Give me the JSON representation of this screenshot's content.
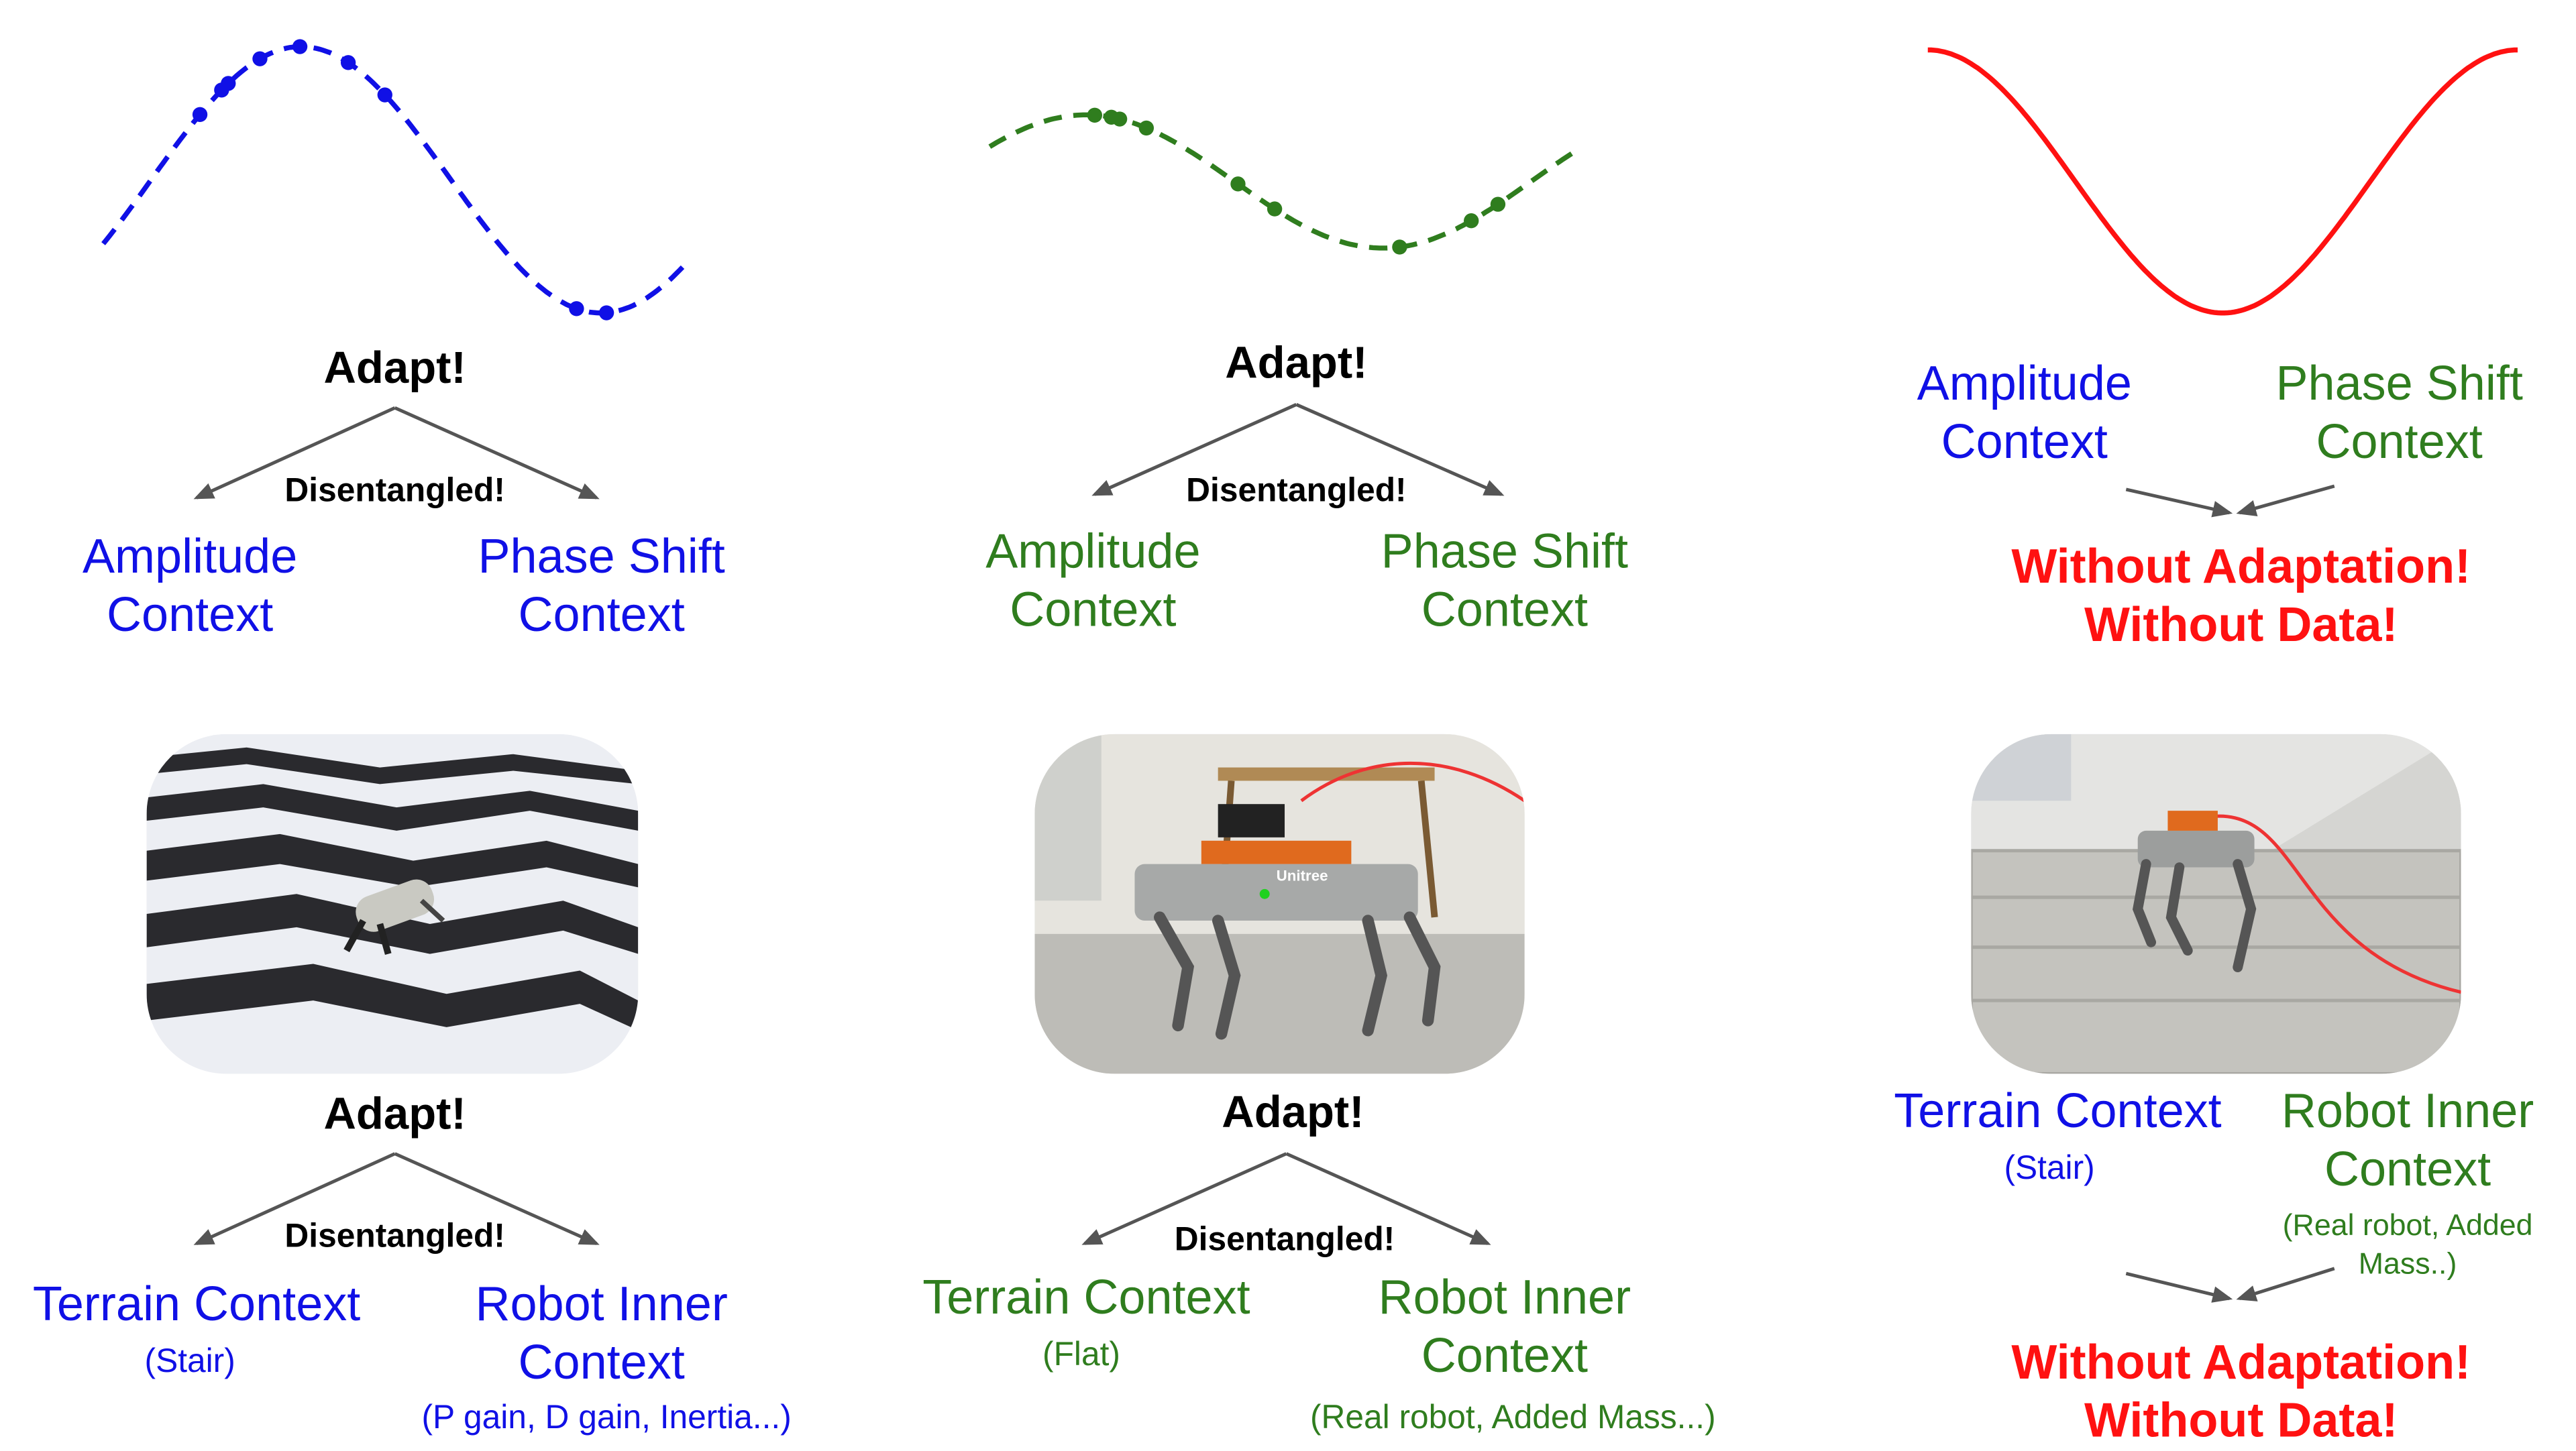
{
  "colors": {
    "blue": "#1010e6",
    "green": "#2f7d1e",
    "red": "#ff1111",
    "arrow": "#555555"
  },
  "top": {
    "col1": {
      "adapt": "Adapt!",
      "disentangled": "Disentangled!",
      "left": [
        "Amplitude",
        "Context"
      ],
      "right": [
        "Phase Shift",
        "Context"
      ]
    },
    "col2": {
      "adapt": "Adapt!",
      "disentangled": "Disentangled!",
      "left": [
        "Amplitude",
        "Context"
      ],
      "right": [
        "Phase Shift",
        "Context"
      ]
    },
    "col3": {
      "left": [
        "Amplitude",
        "Context"
      ],
      "right": [
        "Phase Shift",
        "Context"
      ],
      "result": [
        "Without Adaptation!",
        "Without Data!"
      ]
    }
  },
  "bottom": {
    "col1": {
      "adapt": "Adapt!",
      "disentangled": "Disentangled!",
      "left": "Terrain Context",
      "left_sub": "(Stair)",
      "right": [
        "Robot Inner",
        "Context"
      ],
      "right_sub": "(P gain, D gain, Inertia...)"
    },
    "col2": {
      "adapt": "Adapt!",
      "disentangled": "Disentangled!",
      "left": "Terrain Context",
      "left_sub": "(Flat)",
      "right": [
        "Robot Inner",
        "Context"
      ],
      "right_sub": "(Real robot, Added Mass...)"
    },
    "col3": {
      "left": "Terrain Context",
      "left_sub": "(Stair)",
      "right": [
        "Robot Inner",
        "Context"
      ],
      "right_sub": [
        "(Real robot, Added",
        "Mass..)"
      ],
      "result": [
        "Without Adaptation!",
        "Without Data!"
      ]
    }
  },
  "images": [
    {
      "name": "simulation-stair-terrain-image",
      "robot_logo": ""
    },
    {
      "name": "real-robot-flat-image",
      "robot_logo": "Unitree"
    },
    {
      "name": "real-robot-stair-image",
      "robot_logo": ""
    }
  ]
}
